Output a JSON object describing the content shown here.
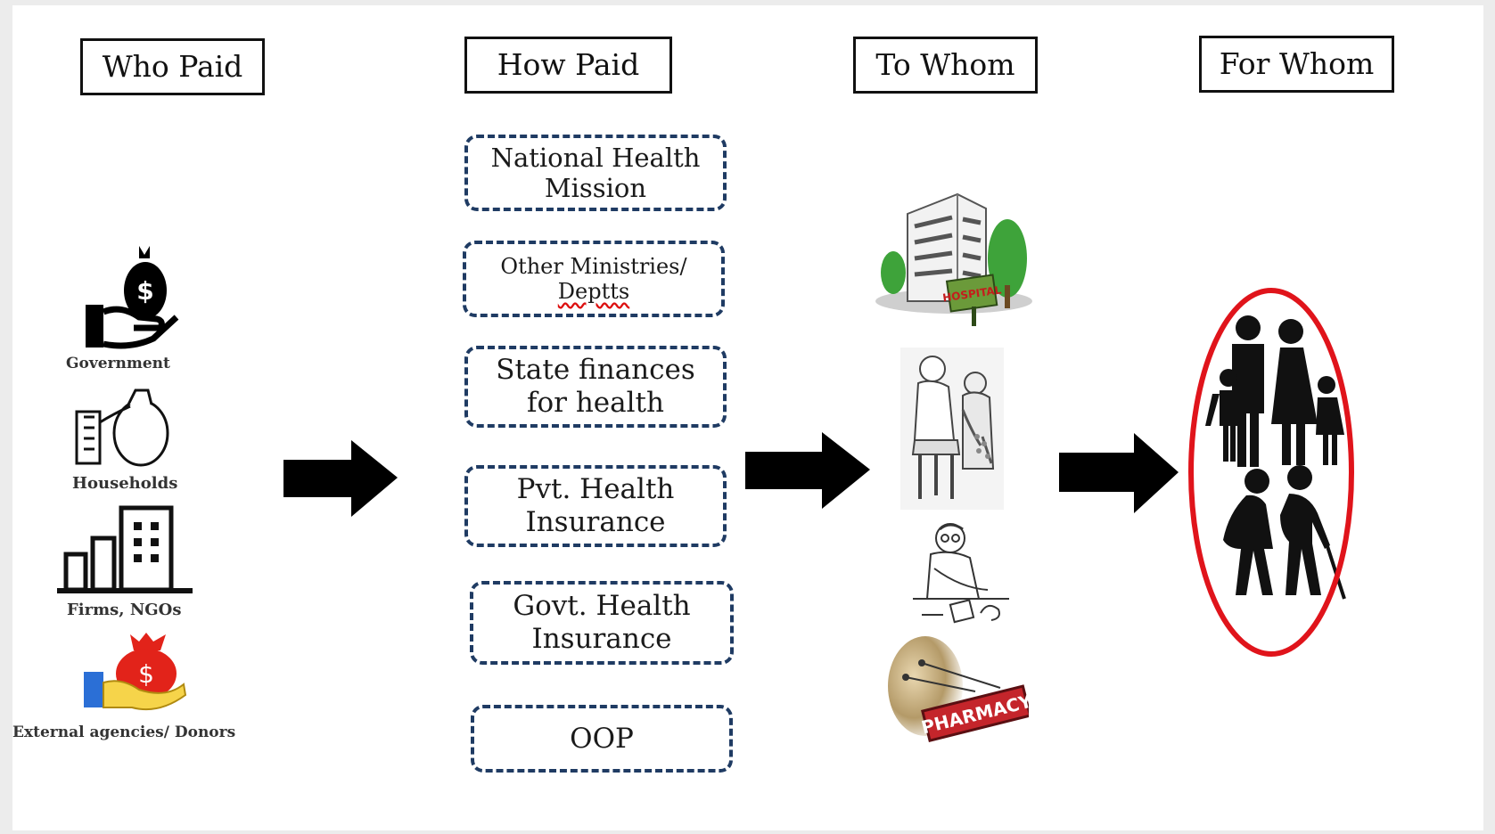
{
  "headers": {
    "who_paid": "Who Paid",
    "how_paid": "How Paid",
    "to_whom": "To Whom",
    "for_whom": "For Whom"
  },
  "payers": {
    "government": "Government",
    "households": "Households",
    "firms": "Firms, NGOs",
    "external": "External agencies/ Donors"
  },
  "mechanisms": {
    "nhm": [
      "National Health",
      "Mission"
    ],
    "other_ministries": [
      "Other Ministries/",
      "Deptts"
    ],
    "state": [
      "State finances",
      "for health"
    ],
    "pvt_insurance": [
      "Pvt. Health",
      "Insurance"
    ],
    "govt_insurance": [
      "Govt. Health",
      "Insurance"
    ],
    "oop": "OOP"
  },
  "providers": {
    "hospital_sign": "HOSPITAL",
    "pharmacy_sign": "PHARMACY"
  },
  "colors": {
    "dashed_border": "#1f3b63",
    "highlight_ellipse": "#e0141b"
  }
}
